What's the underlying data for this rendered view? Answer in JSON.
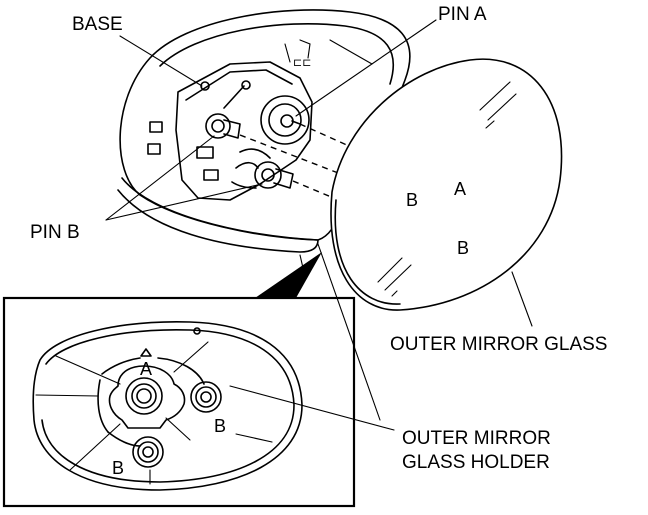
{
  "labels": {
    "base": "BASE",
    "pin_a": "PIN A",
    "pin_b": "PIN B",
    "outer_mirror_glass": "OUTER MIRROR GLASS",
    "outer_mirror_glass_holder_line1": "OUTER MIRROR",
    "outer_mirror_glass_holder_line2": "GLASS HOLDER",
    "hole_a": "A",
    "hole_b_upper": "B",
    "hole_b_lower": "B",
    "inset_a": "A",
    "inset_b_right": "B",
    "inset_b_bottom": "B"
  }
}
